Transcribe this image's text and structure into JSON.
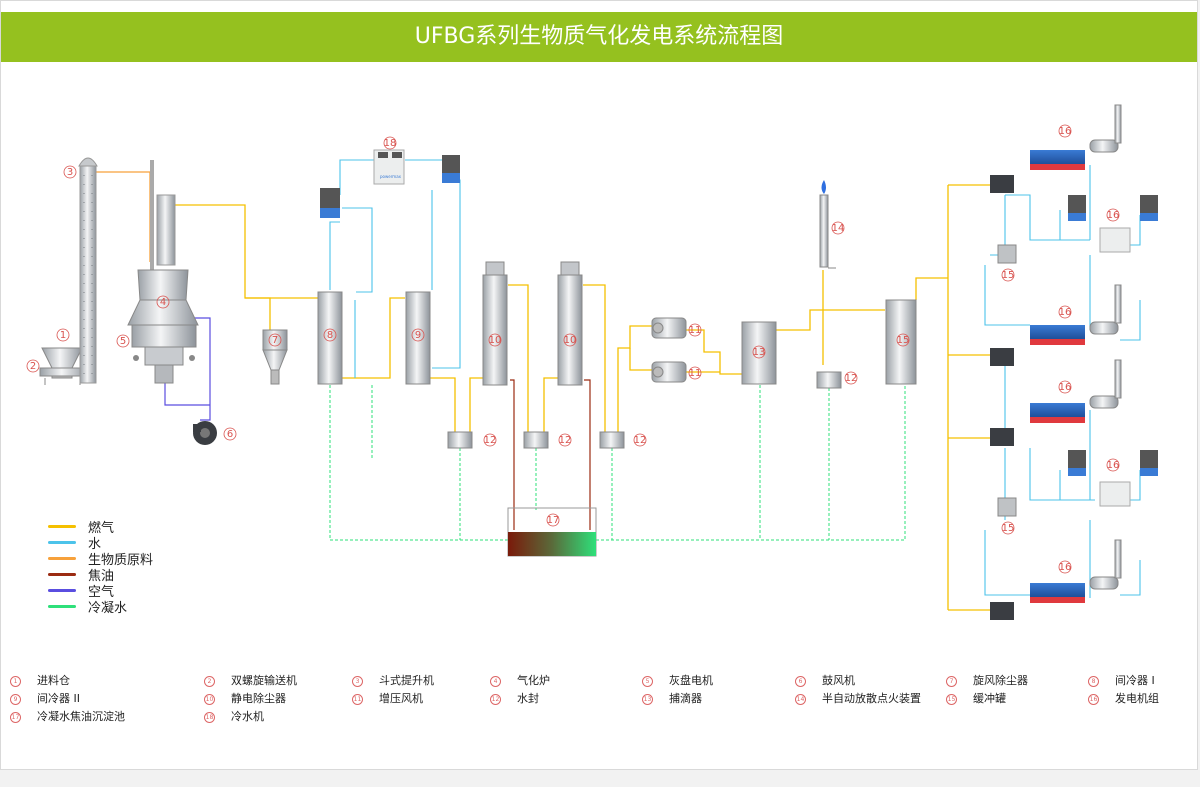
{
  "title": "UFBG系列生物质气化发电系统流程图",
  "colors": {
    "accent": "#95c11f",
    "gas": "#f5c000",
    "water": "#4cc3ea",
    "biomass": "#f7a13b",
    "tar": "#9b2b12",
    "air": "#5a4ee0",
    "condensate": "#2ee07a",
    "tag": "#d9534f"
  },
  "legend": [
    {
      "label": "燃气",
      "color": "#f5c000"
    },
    {
      "label": "水",
      "color": "#4cc3ea"
    },
    {
      "label": "生物质原料",
      "color": "#f7a13b"
    },
    {
      "label": "焦油",
      "color": "#9b2b12"
    },
    {
      "label": "空气",
      "color": "#5a4ee0"
    },
    {
      "label": "冷凝水",
      "color": "#2ee07a"
    }
  ],
  "tags": {
    "t1": "1",
    "t2": "2",
    "t3": "3",
    "t4": "4",
    "t5": "5",
    "t6": "6",
    "t7": "7",
    "t8": "8",
    "t9": "9",
    "t10": "10",
    "t11": "11",
    "t12": "12",
    "t13": "13",
    "t14": "14",
    "t15": "15",
    "t16": "16",
    "t17": "17",
    "t18": "18"
  },
  "brand": "powermax",
  "key": [
    {
      "num": "1",
      "label": "进料仓"
    },
    {
      "num": "2",
      "label": "双螺旋输送机"
    },
    {
      "num": "3",
      "label": "斗式提升机"
    },
    {
      "num": "4",
      "label": "气化炉"
    },
    {
      "num": "5",
      "label": "灰盘电机"
    },
    {
      "num": "6",
      "label": "鼓风机"
    },
    {
      "num": "7",
      "label": "旋风除尘器"
    },
    {
      "num": "8",
      "label": "间冷器 I"
    },
    {
      "num": "9",
      "label": "间冷器 II"
    },
    {
      "num": "10",
      "label": "静电除尘器"
    },
    {
      "num": "11",
      "label": "增压风机"
    },
    {
      "num": "12",
      "label": "水封"
    },
    {
      "num": "13",
      "label": "捕滴器"
    },
    {
      "num": "14",
      "label": "半自动放散点火装置"
    },
    {
      "num": "15",
      "label": "缓冲罐"
    },
    {
      "num": "16",
      "label": "发电机组"
    },
    {
      "num": "17",
      "label": "冷凝水焦油沉淀池"
    },
    {
      "num": "18",
      "label": "冷水机"
    }
  ]
}
